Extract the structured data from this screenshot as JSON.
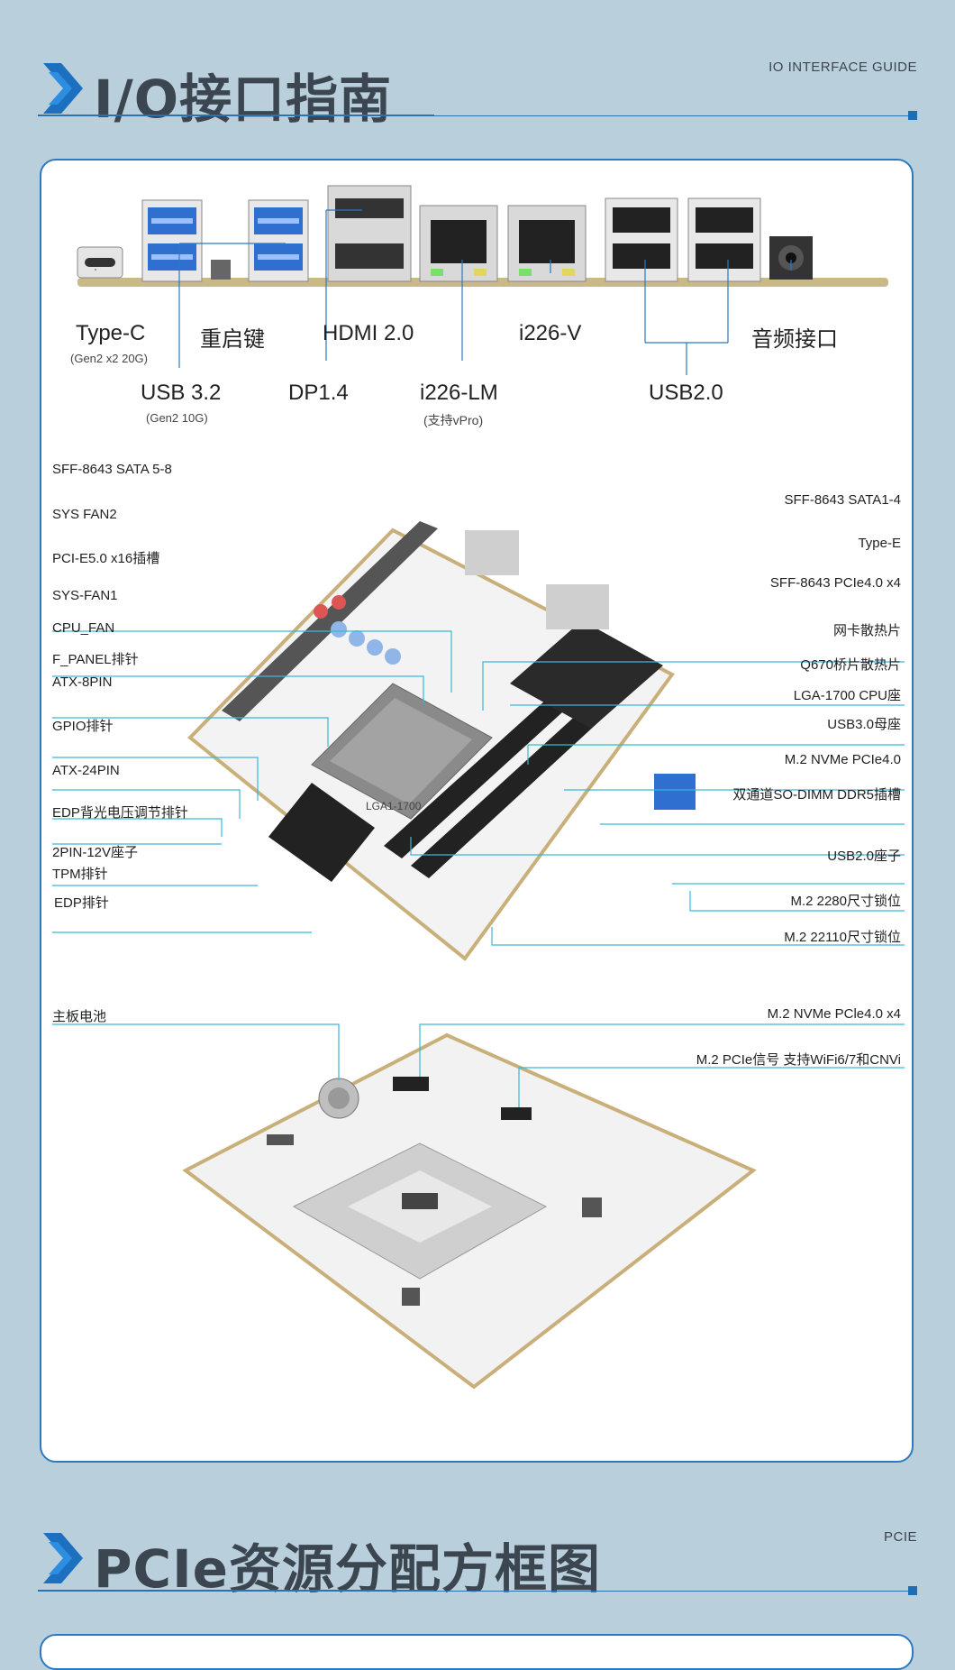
{
  "section1": {
    "title": "I/O接口指南",
    "subtitle": "IO INTERFACE GUIDE"
  },
  "section2": {
    "title": "PCIe资源分配方框图",
    "subtitle": "PCIE"
  },
  "io_labels": {
    "typec": "Type-C",
    "typec_note": "(Gen2 x2 20G)",
    "reset": "重启键",
    "hdmi": "HDMI 2.0",
    "i226v": "i226-V",
    "audio": "音频接口",
    "usb32": "USB 3.2",
    "usb32_note": "(Gen2 10G)",
    "dp": "DP1.4",
    "i226lm": "i226-LM",
    "i226lm_note": "(支持vPro)",
    "usb20": "USB2.0"
  },
  "top_left_labels": [
    "SFF-8643 SATA 5-8",
    "SYS FAN2",
    "PCI-E5.0 x16插槽",
    "SYS-FAN1",
    "CPU_FAN",
    "F_PANEL排针",
    "ATX-8PIN",
    "GPIO排针",
    "ATX-24PIN",
    "EDP背光电压调节排针",
    "2PIN-12V座子",
    "TPM排针",
    "EDP排针"
  ],
  "top_right_labels": [
    "SFF-8643 SATA1-4",
    "Type-E",
    "SFF-8643 PCIe4.0 x4",
    "网卡散热片",
    "Q670桥片散热片",
    "LGA-1700 CPU座",
    "USB3.0母座",
    "M.2 NVMe PCIe4.0",
    "双通道SO-DIMM DDR5插槽",
    "USB2.0座子",
    "M.2 2280尺寸锁位",
    "M.2 22110尺寸锁位"
  ],
  "bottom_labels": {
    "battery": "主板电池",
    "nvme": "M.2 NVMe PCle4.0 x4",
    "wifi": "M.2 PCIe信号 支持WiFi6/7和CNVi"
  },
  "board_marks": {
    "cpu_text": "LGA1-1700"
  },
  "colors": {
    "accent": "#2b79c0",
    "leader": "#39b7d8",
    "bg": "#b9cfdc"
  }
}
